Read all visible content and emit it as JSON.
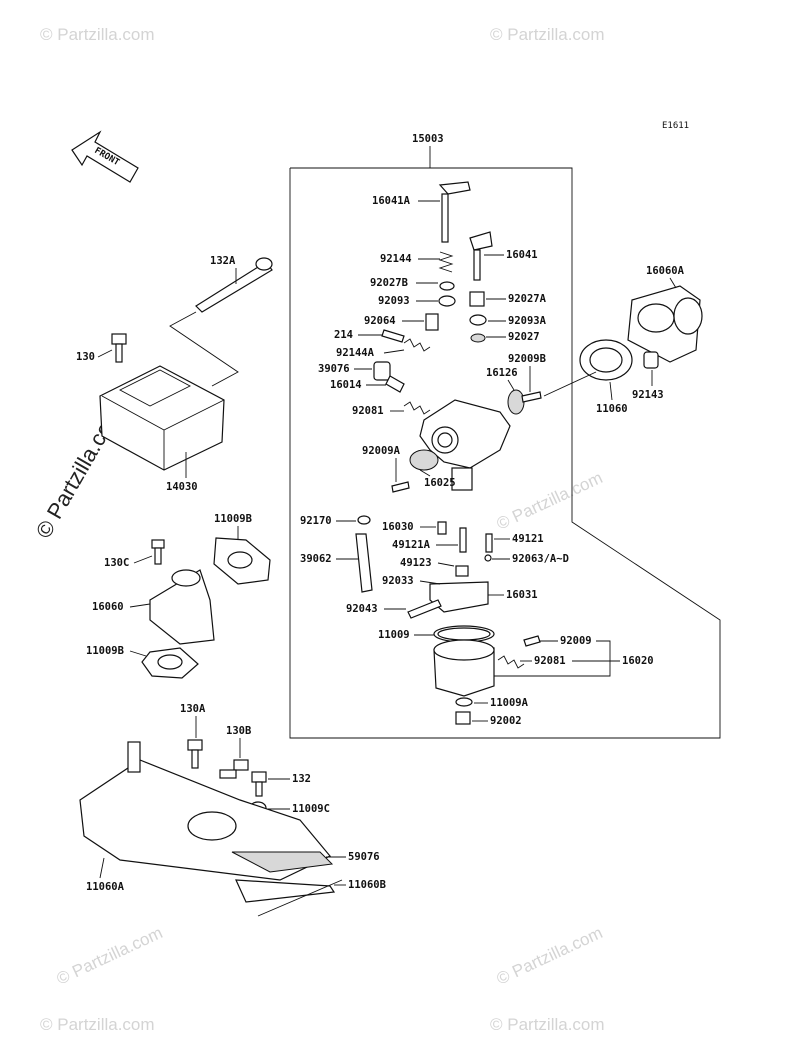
{
  "diagram_code": "E1611",
  "front_label": "FRONT",
  "watermark_brand": "© Partzilla.com",
  "watermark_small": "© Partzilla.com",
  "group_label": "15003",
  "labels": {
    "l16041A": "16041A",
    "l16041": "16041",
    "l92144": "92144",
    "l92027B": "92027B",
    "l92093": "92093",
    "l92027A": "92027A",
    "l92064": "92064",
    "l92093A": "92093A",
    "l214": "214",
    "l92027": "92027",
    "l92144A": "92144A",
    "l92009B": "92009B",
    "l39076": "39076",
    "l16126": "16126",
    "l16014": "16014",
    "l92081a": "92081",
    "l92009A": "92009A",
    "l16025": "16025",
    "l92170": "92170",
    "l16030": "16030",
    "l49121": "49121",
    "l49121A": "49121A",
    "l39062": "39062",
    "l92063": "92063/A~D",
    "l49123": "49123",
    "l92033": "92033",
    "l16031": "16031",
    "l92043": "92043",
    "l11009": "11009",
    "l92009": "92009",
    "l92081b": "92081",
    "l16020": "16020",
    "l11009A": "11009A",
    "l92002": "92002",
    "l16060A": "16060A",
    "l11060": "11060",
    "l92143": "92143",
    "l132A": "132A",
    "l130": "130",
    "l14030": "14030",
    "l11009Ba": "11009B",
    "l130C": "130C",
    "l16060": "16060",
    "l11009Bb": "11009B",
    "l130A": "130A",
    "l130B": "130B",
    "l132": "132",
    "l11009C": "11009C",
    "l59076": "59076",
    "l11060A": "11060A",
    "l11060B": "11060B"
  }
}
